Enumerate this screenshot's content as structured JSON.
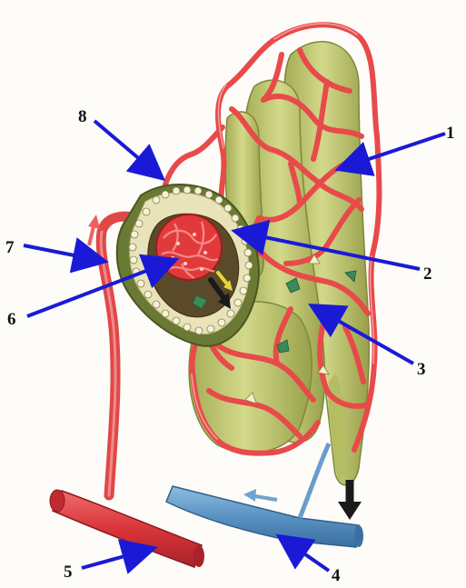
{
  "labels": {
    "l1": "1",
    "l2": "2",
    "l3": "3",
    "l4": "4",
    "l5": "5",
    "l6": "6",
    "l7": "7",
    "l8": "8"
  },
  "colors": {
    "tubule": "#c9d07a",
    "tubule_shade": "#a8b05a",
    "capillary": "#e84a4a",
    "capillary_dark": "#b82a2a",
    "vein": "#5a92c4",
    "artery": "#d9353a",
    "pointer": "#1a1ad6",
    "capsule": "#e8e3b8"
  },
  "icons": {
    "flow_arrow_blood": "red-up-arrow",
    "flow_arrow_vein": "blue-left-arrow",
    "flow_arrow_urine": "black-down-arrow"
  }
}
